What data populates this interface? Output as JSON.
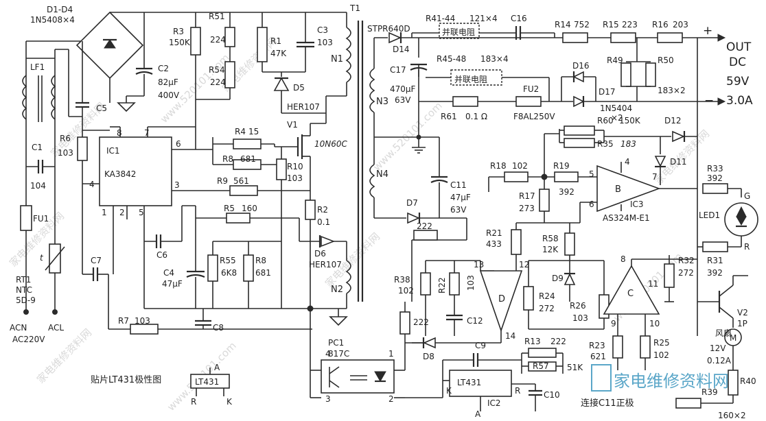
{
  "labels": {
    "d1d4": "D1-D4",
    "d1d4_part": "1N5408×4",
    "lf1": "LF1",
    "c1": "C1",
    "c1_val": "104",
    "fu1": "FU1",
    "rt1": "RT1",
    "rt1_type": "NTC",
    "rt1_val": "5D-9",
    "acn": "ACN",
    "acl": "ACL",
    "ac220": "AC220V",
    "t_sym": "t",
    "c2": "C2",
    "c2_val": "82μF",
    "c2_v": "400V",
    "c5": "C5",
    "c7": "C7",
    "r6": "R6",
    "r6_val": "103",
    "r7": "R7",
    "r7_val": "103",
    "c8": "C8",
    "ic1": "IC1",
    "ic1_part": "KA3842",
    "ic1_p8": "8",
    "ic1_p7": "7",
    "ic1_p6": "6",
    "ic1_p4": "4",
    "ic1_p3": "3",
    "ic1_p1": "1",
    "ic1_p2": "2",
    "ic1_p5": "5",
    "r3": "R3",
    "r3_val": "150K",
    "r51": "R51",
    "r51_val": "224",
    "r54": "R54",
    "r54_val": "224",
    "r1": "R1",
    "r1_val": "47K",
    "c3": "C3",
    "c3_val": "103",
    "d5": "D5",
    "d5_part": "HER107",
    "t1": "T1",
    "n1": "N1",
    "n2": "N2",
    "n3": "N3",
    "n4": "N4",
    "r4": "R4",
    "r4_val": "15",
    "r8a": "R8",
    "r8a_val": "681",
    "r9": "R9",
    "r9_val": "561",
    "r10": "R10",
    "r10_val": "103",
    "v1": "V1",
    "v1_part": "10N60C",
    "r5": "R5",
    "r5_val": "160",
    "r2": "R2",
    "r2_val": "0.1",
    "d6": "D6",
    "d6_part": "HER107",
    "c6": "C6",
    "c4": "C4",
    "c4_val": "47μF",
    "r55": "R55",
    "r55_val": "6K8",
    "r8b": "R8",
    "r8b_val": "681",
    "stpr": "STPR640D",
    "d14": "D14",
    "r4144": "R41-44",
    "r4144_val": "121×4",
    "bl1": "并联电阻",
    "c16": "C16",
    "r14": "R14",
    "r14_val": "752",
    "r15": "R15",
    "r15_val": "223",
    "r16": "R16",
    "r16_val": "203",
    "plus": "+",
    "minus": "−",
    "out": "OUT",
    "dc": "DC",
    "v59": "59V",
    "a3": "3.0A",
    "r4548": "R45-48",
    "r4548_val": "183×4",
    "bl2": "并联电阻",
    "c17": "C17",
    "c17_val": "470μF",
    "c17_v": "63V",
    "r61": "R61",
    "r61_val": "0.1 Ω",
    "fu2": "FU2",
    "fu2_part": "F8AL250V",
    "d16": "D16",
    "d17": "D17",
    "d1617_part": "1N5404",
    "d1617_q": "×2",
    "r49": "R49",
    "r50": "R50",
    "r4950_val": "183×2",
    "r60": "R60",
    "r60_val": "150K",
    "r35": "R35",
    "r35_val": "183",
    "d12": "D12",
    "d11": "D11",
    "r18": "R18",
    "r18_val": "102",
    "r19": "R19",
    "r19_val": "392",
    "ic3_b": "B",
    "ic3": "IC3",
    "ic3_part": "AS324M-E1",
    "p4": "4",
    "p5": "5",
    "p6": "6",
    "p7": "7",
    "r33": "R33",
    "r33_val": "392",
    "g": "G",
    "led1": "LED1",
    "rr": "R",
    "c11": "C11",
    "c11_val": "47μF",
    "c11_v": "63V",
    "d7": "D7",
    "r17": "R17",
    "r17_val": "273",
    "r21": "R21",
    "r21_val": "433",
    "r58": "R58",
    "r58_val": "12K",
    "d9": "D9",
    "r38": "R38",
    "r38_val": "102",
    "r22": "R22",
    "r22_val": "103",
    "c12": "C12",
    "d_amp": "D",
    "p13": "13",
    "p12": "12",
    "p14": "14",
    "r24": "R24",
    "r24_val": "272",
    "r26": "R26",
    "r26_val": "103",
    "c_amp": "C",
    "p8": "8",
    "p9": "9",
    "p10": "10",
    "p11": "11",
    "r32": "R32",
    "r32_val": "272",
    "r31": "R31",
    "r31_val": "392",
    "v2": "V2",
    "v2_p": "1P",
    "fan": "风扇",
    "fan_v": "12V",
    "fan_a": "0.12A",
    "m": "M",
    "r23": "R23",
    "r23_val": "621",
    "r25": "R25",
    "r25_val": "102",
    "n222a": "222",
    "n222b": "222",
    "d8": "D8",
    "pc1": "PC1",
    "pc1_part": "817C",
    "pc_p1": "1",
    "pc_p2": "2",
    "pc_p3": "3",
    "pc_p4": "4",
    "c9": "C9",
    "r13": "R13",
    "r13_val": "222",
    "r57": "R57",
    "r57_val": "51K",
    "lt431": "LT431",
    "ic2": "IC2",
    "k": "K",
    "a": "A",
    "r_pin": "R",
    "c10": "C10",
    "r40": "R40",
    "r39": "R39",
    "r3940_val": "160×2",
    "smd_title": "贴片LT431极性图",
    "smd_part": "LT431",
    "smd_a": "A",
    "smd_r": "R",
    "smd_k": "K",
    "conn_c11": "连接C11正极"
  },
  "watermark": {
    "texts": [
      "家电维修资料网",
      "www.520101.com"
    ],
    "logo": "家电维修资料网",
    "color": "#5aa6c8"
  }
}
